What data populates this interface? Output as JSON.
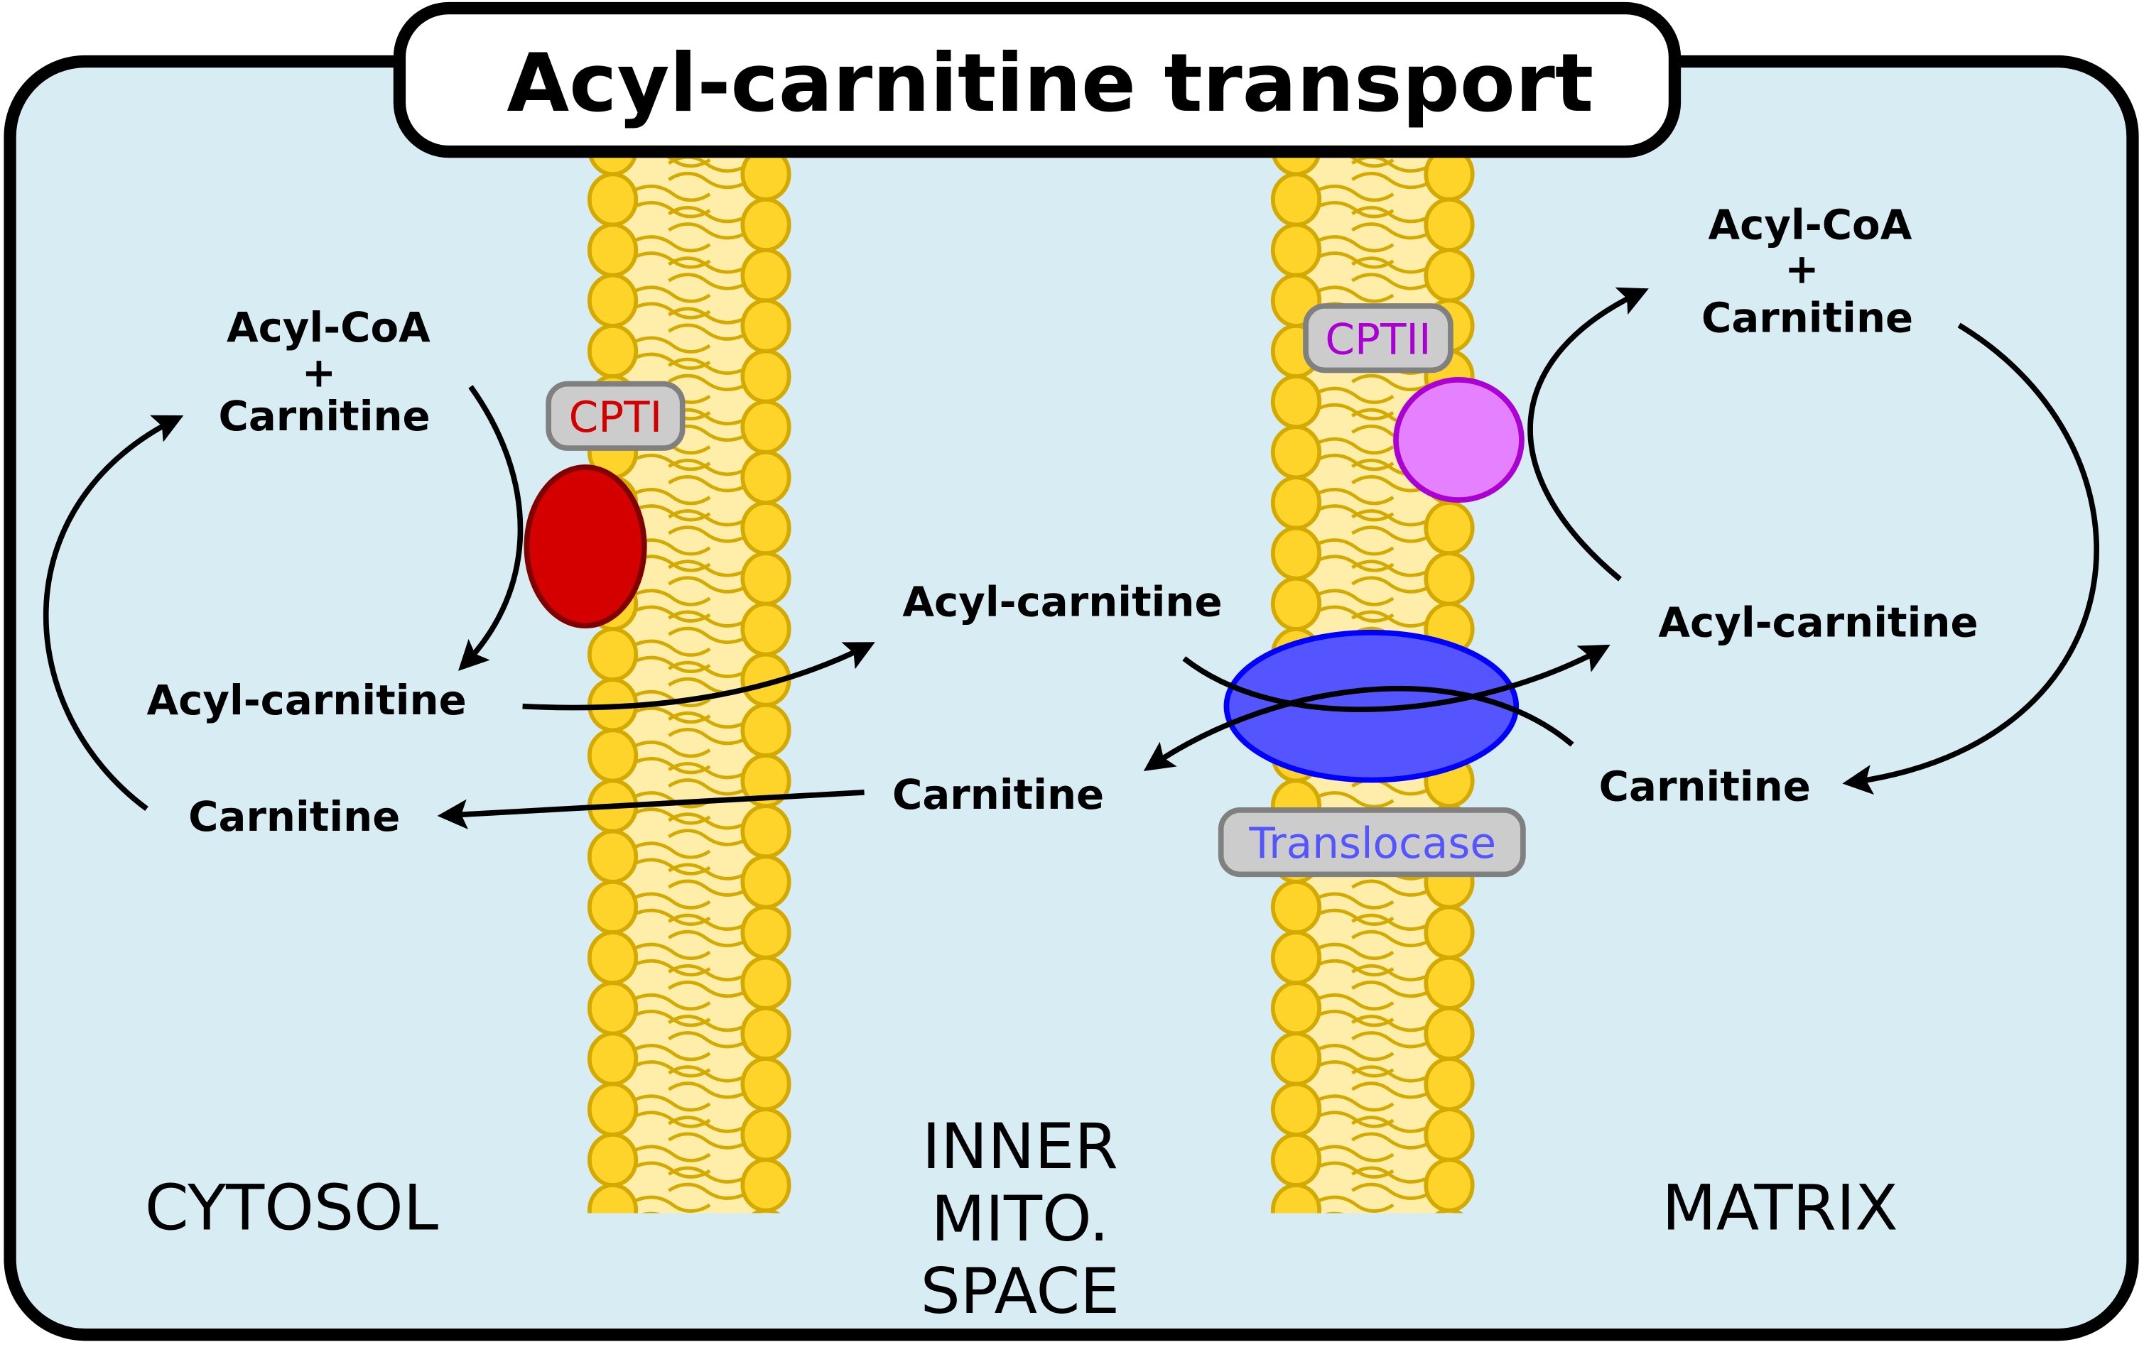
{
  "title": "Acyl-carnitine transport",
  "colors": {
    "background": "#d7ecf3",
    "frame_stroke": "#000000",
    "membrane_head_fill": "#ffd42a",
    "membrane_head_stroke": "#d4aa00",
    "membrane_core": "#ffeeaa",
    "label_box_fill": "#cccccc",
    "label_box_stroke": "#808080",
    "cpt1_fill": "#d40000",
    "cpt1_stroke": "#800000",
    "cpt1_text": "#d40000",
    "cpt2_fill": "#e580ff",
    "cpt2_stroke": "#aa00d4",
    "cpt2_text": "#aa00d4",
    "translocase_fill": "#5555ff",
    "translocase_stroke": "#0000ff",
    "translocase_text": "#5555ff"
  },
  "regions": {
    "cytosol": "CYTOSOL",
    "inner_space": [
      "INNER",
      "MITO.",
      "SPACE"
    ],
    "matrix": "MATRIX"
  },
  "enzymes": {
    "cpt1": "CPTI",
    "cpt2": "CPTII",
    "translocase": "Translocase"
  },
  "cytosol": {
    "acyl_coa": "Acyl-CoA",
    "plus": "+",
    "carnitine_top": "Carnitine",
    "acyl_carnitine": "Acyl-carnitine",
    "carnitine_bottom": "Carnitine"
  },
  "intermembrane": {
    "acyl_carnitine": "Acyl-carnitine",
    "carnitine": "Carnitine"
  },
  "matrix": {
    "acyl_coa": "Acyl-CoA",
    "plus": "+",
    "carnitine_top": "Carnitine",
    "acyl_carnitine": "Acyl-carnitine",
    "carnitine_bottom": "Carnitine"
  }
}
